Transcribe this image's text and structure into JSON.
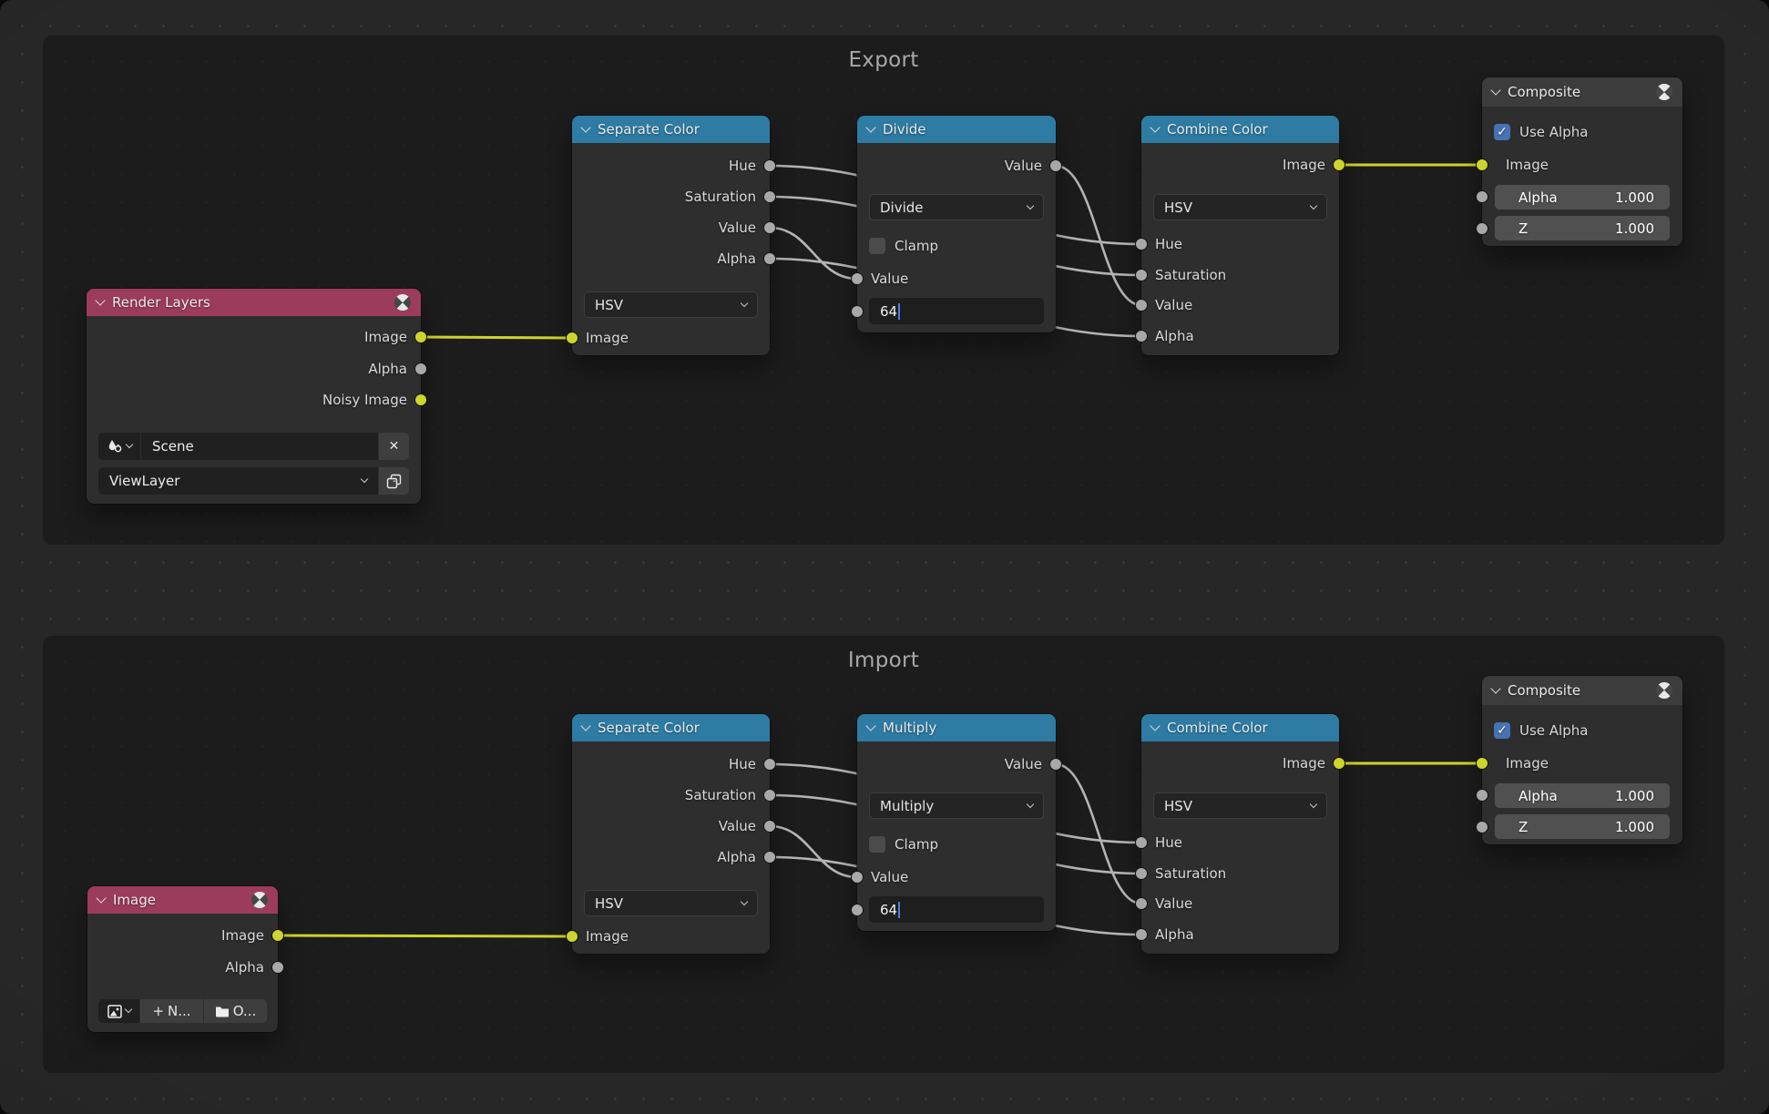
{
  "colors": {
    "accent_yellow": "#ccd42d",
    "header_blue": "#2e7ca4",
    "header_red": "#9c3c5c",
    "checkbox_blue": "#4772b3",
    "wire_gray": "#b4b4b4",
    "frame_bg": "#1c1c1c",
    "node_bg": "#2e2e2e",
    "canvas_bg": "#272727"
  },
  "icons": {
    "check": "✓",
    "close": "✕",
    "plus": "+"
  },
  "export_frame": {
    "title": "Export",
    "render_layers": {
      "title": "Render Layers",
      "outputs": [
        "Image",
        "Alpha",
        "Noisy Image"
      ],
      "scene_value": "Scene",
      "view_layer_value": "ViewLayer"
    },
    "separate_color": {
      "title": "Separate Color",
      "outputs": [
        "Hue",
        "Saturation",
        "Value",
        "Alpha"
      ],
      "mode_value": "HSV",
      "input_label": "Image"
    },
    "divide": {
      "title": "Divide",
      "output_label": "Value",
      "mode_value": "Divide",
      "clamp_label": "Clamp",
      "input_label": "Value",
      "value": "64"
    },
    "combine_color": {
      "title": "Combine Color",
      "output_label": "Image",
      "mode_value": "HSV",
      "inputs": [
        "Hue",
        "Saturation",
        "Value",
        "Alpha"
      ]
    },
    "composite": {
      "title": "Composite",
      "use_alpha_label": "Use Alpha",
      "input_label": "Image",
      "alpha_label": "Alpha",
      "alpha_value": "1.000",
      "z_label": "Z",
      "z_value": "1.000"
    }
  },
  "import_frame": {
    "title": "Import",
    "image_node": {
      "title": "Image",
      "outputs": [
        "Image",
        "Alpha"
      ],
      "new_label": "N...",
      "open_label": "O..."
    },
    "separate_color": {
      "title": "Separate Color",
      "outputs": [
        "Hue",
        "Saturation",
        "Value",
        "Alpha"
      ],
      "mode_value": "HSV",
      "input_label": "Image"
    },
    "multiply": {
      "title": "Multiply",
      "output_label": "Value",
      "mode_value": "Multiply",
      "clamp_label": "Clamp",
      "input_label": "Value",
      "value": "64"
    },
    "combine_color": {
      "title": "Combine Color",
      "output_label": "Image",
      "mode_value": "HSV",
      "inputs": [
        "Hue",
        "Saturation",
        "Value",
        "Alpha"
      ]
    },
    "composite": {
      "title": "Composite",
      "use_alpha_label": "Use Alpha",
      "input_label": "Image",
      "alpha_label": "Alpha",
      "alpha_value": "1.000",
      "z_label": "Z",
      "z_value": "1.000"
    }
  }
}
